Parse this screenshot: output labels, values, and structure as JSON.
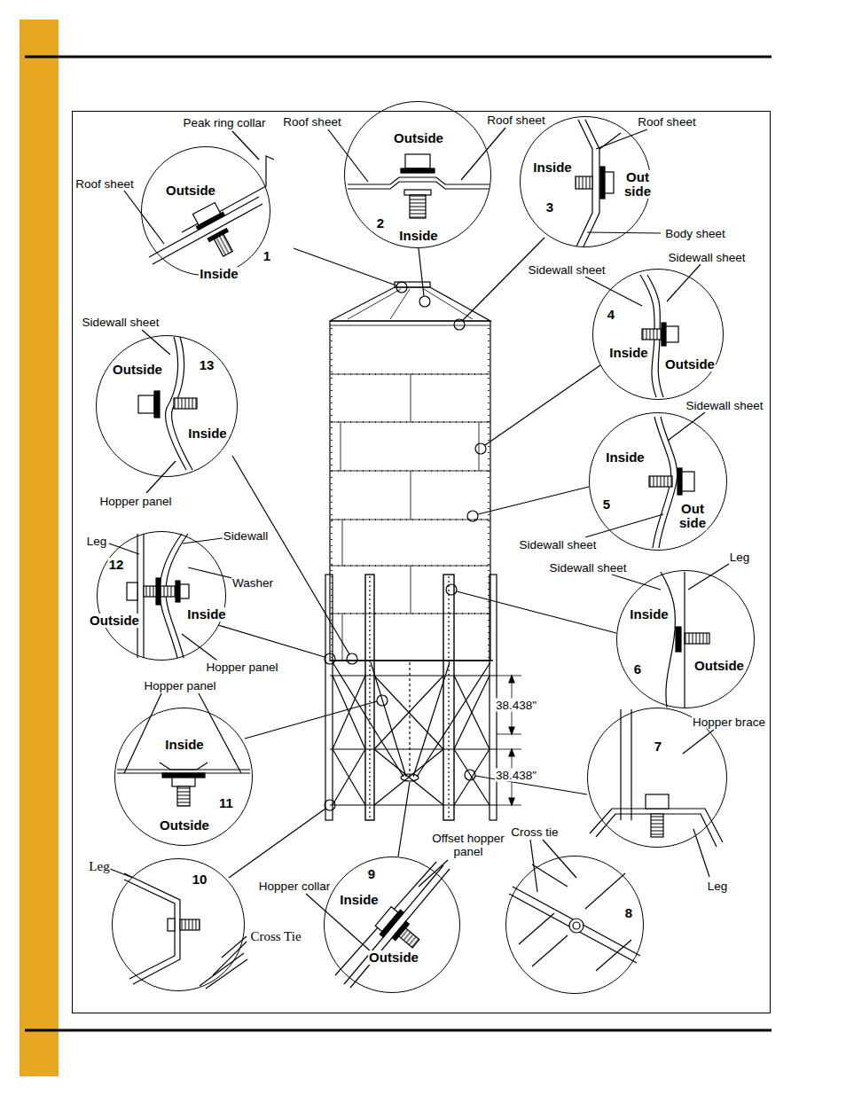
{
  "diagram": {
    "nodes": [
      {
        "text": [
          "Outside",
          "Inside",
          "1"
        ]
      },
      {
        "text": [
          "Outside",
          "Inside",
          "2"
        ]
      },
      {
        "text": [
          "Inside",
          "Out side",
          "3"
        ]
      },
      {
        "text": [
          "4",
          "Inside",
          "Outside"
        ]
      },
      {
        "text": [
          "Outside",
          "13",
          "Inside"
        ]
      },
      {
        "text": [
          "Inside",
          "5",
          "Out side"
        ]
      },
      {
        "text": [
          "12",
          "Outside",
          "Inside"
        ]
      },
      {
        "text": [
          "Inside",
          "6",
          "Outside"
        ]
      },
      {
        "text": [
          "Inside",
          "11",
          "Outside"
        ]
      },
      {
        "text": [
          "7"
        ]
      },
      {
        "text": [
          "10"
        ]
      },
      {
        "text": [
          "9",
          "Inside",
          "Outside"
        ]
      },
      {
        "text": [
          "8"
        ]
      }
    ],
    "labels": [
      "Peak ring collar",
      "Roof sheet",
      "Roof sheet",
      "Roof sheet",
      "Roof sheet",
      "Body sheet",
      "Sidewall sheet",
      "Sidewall sheet",
      "Sidewall sheet",
      "Hopper panel",
      "Sidewall sheet",
      "Sidewall sheet",
      "Leg",
      "Sidewall",
      "Washer",
      "Hopper panel",
      "Sidewall sheet",
      "Leg",
      "38.438\"",
      "38.438\"",
      "Hopper panel",
      "Hopper brace",
      "Leg",
      "Cross tie",
      "Offset hopper panel",
      "Hopper collar",
      "Leg",
      "Cross Tie"
    ]
  }
}
